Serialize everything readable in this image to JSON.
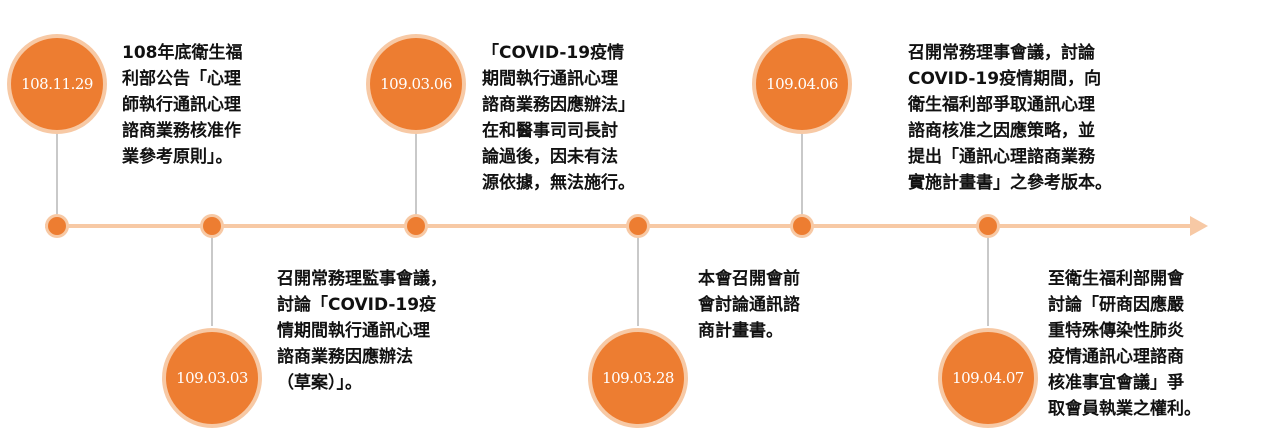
{
  "events": [
    {
      "date": "108.11.29",
      "text": "108年底衛生福\n利部公告「心理\n師執行通訊心理\n諮商業務核准作\n業參考原則」。"
    },
    {
      "date": "109.03.03",
      "text": "召開常務理監事會議，\n討論「COVID-19疫\n情期間執行通訊心理\n諮商業務因應辦法\n（草案）」。"
    },
    {
      "date": "109.03.06",
      "text": "「COVID-19疫情\n期間執行通訊心理\n諮商業務因應辦法」\n在和醫事司司長討\n論過後，因未有法\n源依據，無法施行。"
    },
    {
      "date": "109.03.28",
      "text": "本會召開會前\n會討論通訊諮\n商計畫書。"
    },
    {
      "date": "109.04.06",
      "text": "召開常務理事會議，討論\nCOVID-19疫情期間，向\n衛生福利部爭取通訊心理\n諮商核准之因應策略，並\n提出「通訊心理諮商業務\n實施計畫書」之參考版本。"
    },
    {
      "date": "109.04.07",
      "text": "至衛生福利部開會\n討論「研商因應嚴\n重特殊傳染性肺炎\n疫情通訊心理諮商\n核准事宜會議」爭\n取會員執業之權利。"
    }
  ],
  "colors": {
    "accent": "#ed7d31",
    "accent_light": "#f7c9a5",
    "connector": "#c9c9c9"
  }
}
